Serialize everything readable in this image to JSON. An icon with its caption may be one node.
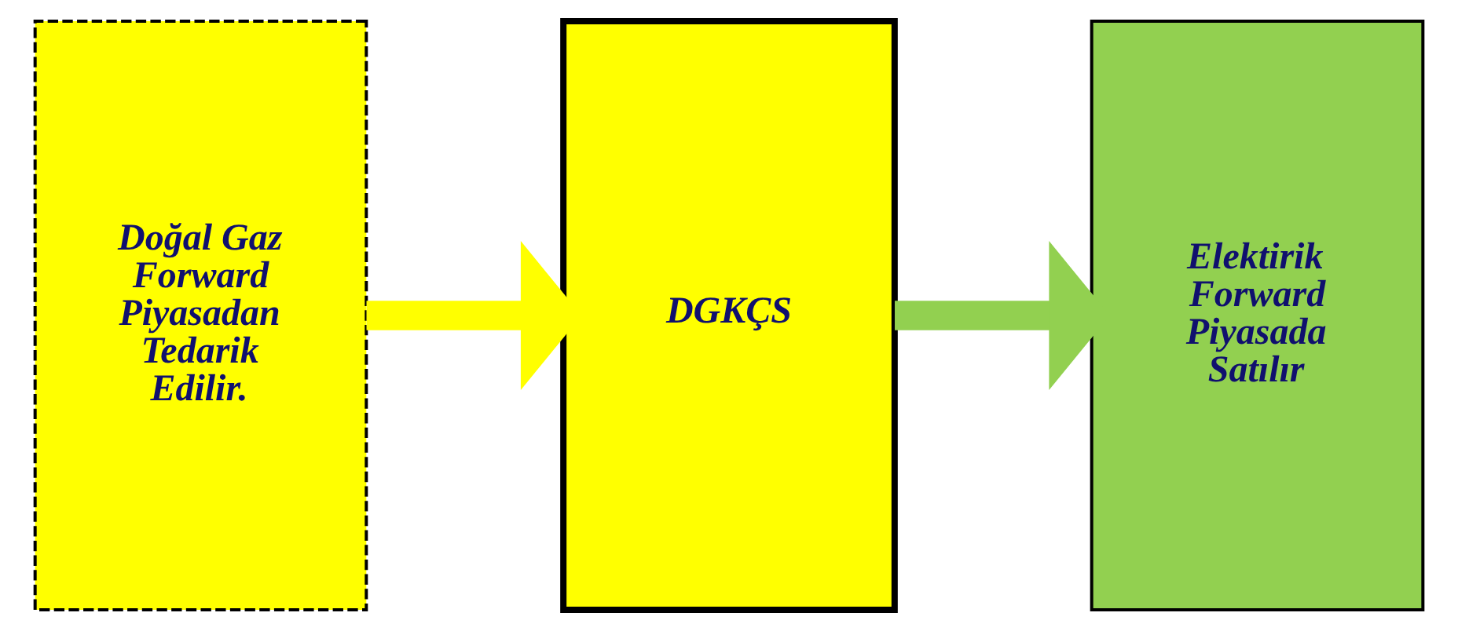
{
  "diagram": {
    "nodes": [
      {
        "text": [
          "Doğal Gaz Forward Piyasadan Tedarik Edilir."
        ]
      },
      {
        "text": [
          "DGKÇS"
        ]
      },
      {
        "text": [
          "Elektirik Forward Piyasada Satılır"
        ]
      }
    ],
    "edges": [
      {
        "from": 0,
        "to": 1,
        "arrow": "to",
        "color": "#ffff00"
      },
      {
        "from": 1,
        "to": 2,
        "arrow": "to",
        "color": "#92d050"
      }
    ]
  }
}
